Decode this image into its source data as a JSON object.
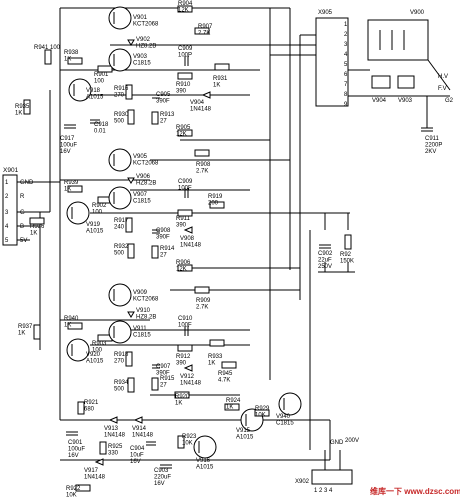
{
  "connectors": {
    "x901": {
      "ref": "X901",
      "pins": [
        "GND",
        "R",
        "G",
        "B",
        "5V"
      ],
      "nums": [
        "1",
        "2",
        "3",
        "4",
        "5"
      ]
    },
    "x905": {
      "ref": "X905",
      "pins": [
        "1",
        "2",
        "3",
        "4",
        "5",
        "6",
        "7",
        "8",
        "9"
      ]
    },
    "x902": {
      "ref": "X902",
      "pins": "1 2 3 4",
      "gnd": "GND",
      "v200": "200V"
    }
  },
  "tube": {
    "ref": "V900",
    "g2": "G2",
    "hv": "H.V",
    "fv": "F.V"
  },
  "channels": [
    {
      "r_in": "R935\n1K",
      "r_b": "R938\n1K",
      "r_c": "R901\n100",
      "q_in": "V918\nA1015",
      "q_top": "V901\nKCT2068",
      "z": "V902\nHZ8.2B",
      "q_mid": "V903\nC1815",
      "r_top": "R904\n12K",
      "r_fb": "R907\n2.7K",
      "c_sp": "C909\n100P",
      "r_e": "R910\n390",
      "d": "V904\n1N4148",
      "r_load": "R931\n1K",
      "r_916": "R916\n270",
      "c_905": "C905\n390F",
      "r_913": "R913\n27",
      "c_917": "C917\n100uF\n16V",
      "c_918": "C918\n0.01",
      "r_930": "R930\n500",
      "r_out": "R905\n12K",
      "r_908": "R908\n2.7K"
    },
    {
      "r_in": "R936\n1K",
      "r_b": "R939\n1K",
      "r_c": "R902\n100",
      "q_in": "V919\nA1015",
      "q_top": "V905\nKCT2068",
      "z": "V906\nHZ8.2B",
      "q_mid": "V907\nC1815",
      "c_sp": "C909\n100F",
      "r_e": "R911\n390",
      "r_919": "R919\n200",
      "d": "V908\n1N4148",
      "r_917": "R917\n240",
      "c_906": "C908\n390F",
      "r_914": "R914\n27",
      "r_932": "R932\n500",
      "r_out": "R906\n12K",
      "r_fb": "R909\n2.7K"
    },
    {
      "r_in": "R937\n1K",
      "r_b": "R940\n1K",
      "r_c": "R903\n100",
      "q_in": "V920\nA1015",
      "q_top": "V909\nKCT2068",
      "z": "V910\nHZ8.2B",
      "q_mid": "V911\nC1815",
      "c_sp": "C910\n100F",
      "r_e": "R912\n390",
      "r_load": "R933\n1K",
      "r_918": "R918\n270",
      "c_907": "C907\n390F",
      "r_915": "R915\n27",
      "d": "V912\n1N4148",
      "r_945": "R945\n4.7K",
      "r_934": "R934\n500"
    }
  ],
  "misc": {
    "r941": "R941\n100",
    "r920": "R920\n1K",
    "r921": "R921\n680",
    "c901": "C901\n100uF\n16V",
    "v913": "V913\n1N4148",
    "v914": "V914\n1N4148",
    "r925": "R925\n330",
    "c904": "C904\n10uF\n16V",
    "r923": "R923\n10K",
    "v915": "V915\nA1015",
    "r924": "R924\n1K",
    "v940": "V940\nC1815",
    "c903": "C903\n220uF\n16V",
    "v916": "V916\nA1015",
    "v917": "V917\n1N4148",
    "r922": "R922\n10K",
    "r929": "R929\n10K",
    "c902": "C902\n22uF\n250V",
    "r9x": "R92\n150K",
    "c911": "C911\n2200P\n2KV",
    "v904b": "V904",
    "v903b": "V903"
  },
  "watermark": "维库一下 www.dzsc.com"
}
